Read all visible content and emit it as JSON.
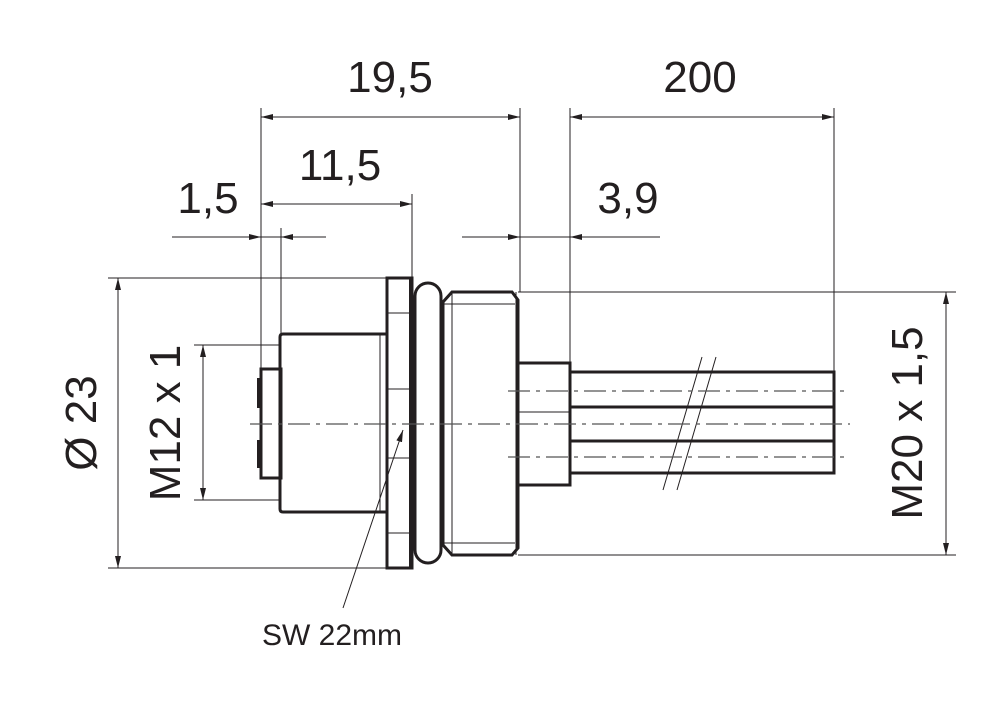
{
  "dimensions": {
    "overall_length_front": "19,5",
    "cable_length": "200",
    "flange_length": "11,5",
    "insert_offset": "1,5",
    "gland_offset": "3,9",
    "diameter": "Ø 23",
    "front_thread": "M12 x 1",
    "rear_thread": "M20 x 1,5"
  },
  "labels": {
    "wrench_size": "SW 22mm"
  }
}
